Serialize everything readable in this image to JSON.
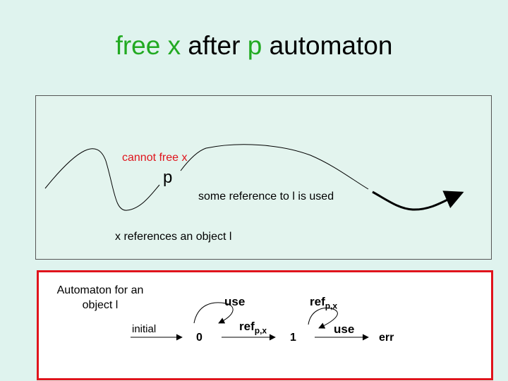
{
  "title": {
    "part1": "free x",
    "part2": " after ",
    "part3": "p",
    "part4": " automaton"
  },
  "scenario": {
    "cannot_free": "cannot free x",
    "p_label": "p",
    "some_reference": "some reference to l is used",
    "x_references": "x references an object l"
  },
  "automaton": {
    "heading_line1": "Automaton for an",
    "heading_line2": "object l",
    "initial_label": "initial",
    "states": [
      "0",
      "1",
      "err"
    ],
    "loop0_label": "use",
    "edge01_label_base": "ref",
    "edge01_label_sub": "p,x",
    "loop1_label_base": "ref",
    "loop1_label_sub": "p,x",
    "edge1err_label": "use"
  },
  "colors": {
    "accent_green": "#22aa22",
    "border_red": "#e0141c",
    "background": "#dff3ee"
  }
}
